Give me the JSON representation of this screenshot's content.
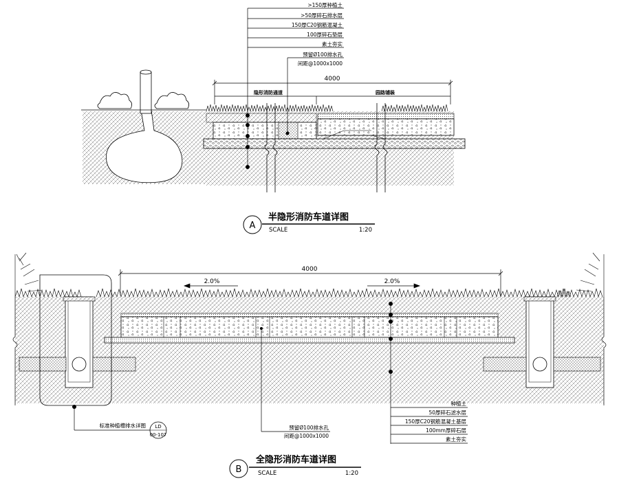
{
  "section_a": {
    "layer_labels": [
      ">150厚种植土",
      ">50厚碎石排水层",
      "150厚C20钢筋混凝土",
      "100厚碎石垫层",
      "素土夯实"
    ],
    "drain_note": [
      "预留Ø100排水孔",
      "间距@1000x1000"
    ],
    "dimension": "4000",
    "zone_left": "隐形消防通道",
    "zone_right": "园路铺装",
    "marker": "A",
    "title": "半隐形消防车道详图",
    "scale_label": "SCALE",
    "scale_value": "1:20"
  },
  "section_b": {
    "dimension": "4000",
    "slope_left": "2.0%",
    "slope_right": "2.0%",
    "layer_labels": [
      "种植土",
      "50厚碎石滤水层",
      "150厚C20钢筋混凝土基层",
      "100mm厚碎石层",
      "素土夯实"
    ],
    "drain_note": [
      "预留Ø100排水孔",
      "间距@1000x1000"
    ],
    "ref_note": "标准种植槽排水详图",
    "ref_top": "LD",
    "ref_bottom": "00-107",
    "marker": "B",
    "title": "全隐形消防车道详图",
    "scale_label": "SCALE",
    "scale_value": "1:20"
  }
}
